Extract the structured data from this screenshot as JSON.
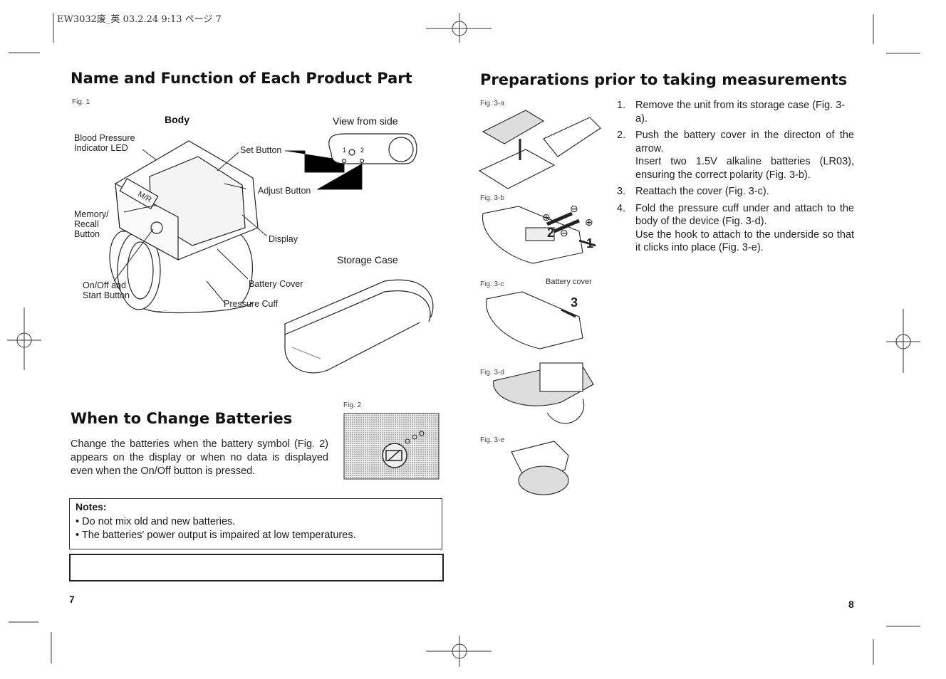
{
  "header": {
    "file_stamp": "EW3032废_英 03.2.24 9:13 ページ 7"
  },
  "left": {
    "title": "Name and Function of Each Product Part",
    "fig1": "Fig. 1",
    "body_label": "Body",
    "view_side_label": "View from side",
    "side_digits": {
      "one": "1",
      "two": "2"
    },
    "parts": {
      "bp_led": [
        "Blood Pressure",
        "Indicator LED"
      ],
      "set_button": "Set Button",
      "adjust_button": "Adjust Button",
      "memory": [
        "Memory/",
        "Recall",
        "Button"
      ],
      "display": "Display",
      "onoff": [
        "On/Off and",
        "Start Button"
      ],
      "battery_cover": "Battery Cover",
      "pressure_cuff": "Pressure Cuff",
      "mr_key": "M/R"
    },
    "storage_case": "Storage Case",
    "batteries_title": "When to Change Batteries",
    "fig2": "Fig. 2",
    "batteries_text": "Change the batteries when the battery symbol (Fig. 2) appears on the display or when no data is displayed even when the On/Off button is pressed.",
    "notes_title": "Notes:",
    "notes": [
      "• Do not mix old and new batteries.",
      "• The batteries' power output is impaired at low temperatures."
    ],
    "page_number": "7"
  },
  "right": {
    "title": "Preparations prior to taking measurements",
    "figs": [
      "Fig. 3-a",
      "Fig. 3-b",
      "Fig. 3-c",
      "Fig. 3-d",
      "Fig. 3-e"
    ],
    "battery_cover_caption": "Battery cover",
    "fig_marks": {
      "plus": "⊕",
      "minus": "⊖",
      "one": "1",
      "two": "2",
      "three": "3"
    },
    "steps": [
      {
        "num": "1.",
        "text": "Remove the unit from its storage case (Fig. 3-a)."
      },
      {
        "num": "2.",
        "text": "Push the battery cover in the directon of the arrow.",
        "text2": "Insert two 1.5V alkaline batteries (LR03), ensuring the correct polarity (Fig. 3-b)."
      },
      {
        "num": "3.",
        "text": "Reattach the cover (Fig. 3-c)."
      },
      {
        "num": "4.",
        "text": "Fold the pressure cuff under and attach to the body of the device (Fig. 3-d).",
        "text2": "Use the hook to attach to the underside so that it clicks into place (Fig. 3-e)."
      }
    ],
    "page_number": "8"
  }
}
